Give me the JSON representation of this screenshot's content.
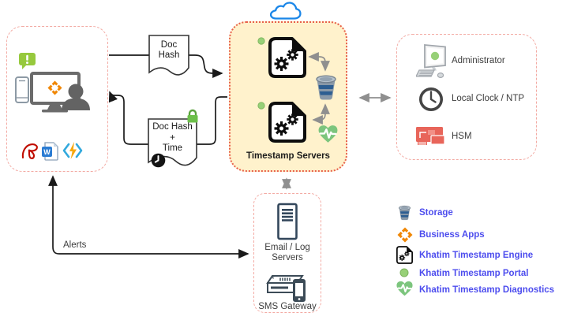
{
  "doc_hash": {
    "line1": "Doc",
    "line2": "Hash"
  },
  "doc_hash_time": {
    "line1": "Doc Hash",
    "line2": "+",
    "line3": "Time"
  },
  "timestamp_servers": {
    "label": "Timestamp Servers"
  },
  "admin_panel": {
    "items": [
      {
        "icon": "workstation-icon",
        "label": "Administrator"
      },
      {
        "icon": "clock-icon",
        "label": "Local Clock / NTP"
      },
      {
        "icon": "hsm-card-icon",
        "label": "HSM"
      }
    ]
  },
  "notification_panel": {
    "server_label": "Email / Log Servers",
    "gateway_label": "SMS Gateway"
  },
  "alerts_arrow": {
    "label": "Alerts"
  },
  "legend": {
    "items": [
      {
        "icon": "storage-icon",
        "label": "Storage"
      },
      {
        "icon": "business-apps-icon",
        "label": "Business Apps"
      },
      {
        "icon": "engine-icon",
        "label": "Khatim Timestamp Engine"
      },
      {
        "icon": "portal-icon",
        "label": "Khatim Timestamp Portal"
      },
      {
        "icon": "diagnostics-icon",
        "label": "Khatim Timestamp Diagnostics"
      }
    ]
  },
  "colors": {
    "server_panel_fill": "#fff2cc",
    "server_panel_border": "#e8604c",
    "dashed_panel_border": "#f3aaa3",
    "legend_text": "#4d4dee",
    "portal_green": "#97d077",
    "bubble_green": "#97c93d",
    "business_apps_orange": "#f08705",
    "hsm_red": "#e8655a",
    "cloud_blue": "#1a86e8",
    "arrow_black": "#1a1a1a",
    "arrow_gray": "#8f8f8f"
  }
}
